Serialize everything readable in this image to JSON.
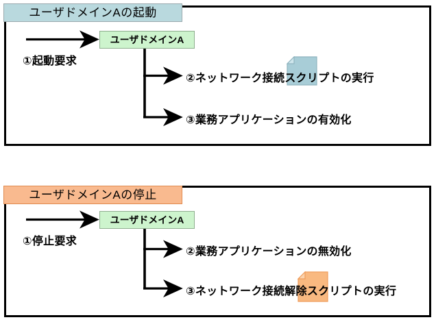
{
  "diagrams": [
    {
      "id": "startup",
      "title": "ユーザドメインAの起動",
      "title_color": "#b9d9de",
      "node_label": "ユーザドメインA",
      "node_color": "#cdf4cd",
      "request_label": "①起動要求",
      "steps": [
        {
          "label": "②ネットワーク接続スクリプトの実行",
          "icon": "script-document-icon",
          "icon_color": "#a8cdd7"
        },
        {
          "label": "③業務アプリケーションの有効化",
          "icon": "",
          "icon_color": ""
        }
      ]
    },
    {
      "id": "shutdown",
      "title": "ユーザドメインAの停止",
      "title_color": "#f9ba8f",
      "node_label": "ユーザドメインA",
      "node_color": "#cdf4cd",
      "request_label": "①停止要求",
      "steps": [
        {
          "label": "②業務アプリケーションの無効化",
          "icon": "",
          "icon_color": ""
        },
        {
          "label": "③ネットワーク接続解除スクリプトの実行",
          "icon": "script-document-icon",
          "icon_color": "#f9b980"
        }
      ]
    }
  ],
  "colors": {
    "frame": "#000000",
    "arrow": "#000000",
    "node_border": "#8fae8f",
    "title_border_start": "#9aa9ad",
    "title_border_stop": "#e08a4f"
  }
}
